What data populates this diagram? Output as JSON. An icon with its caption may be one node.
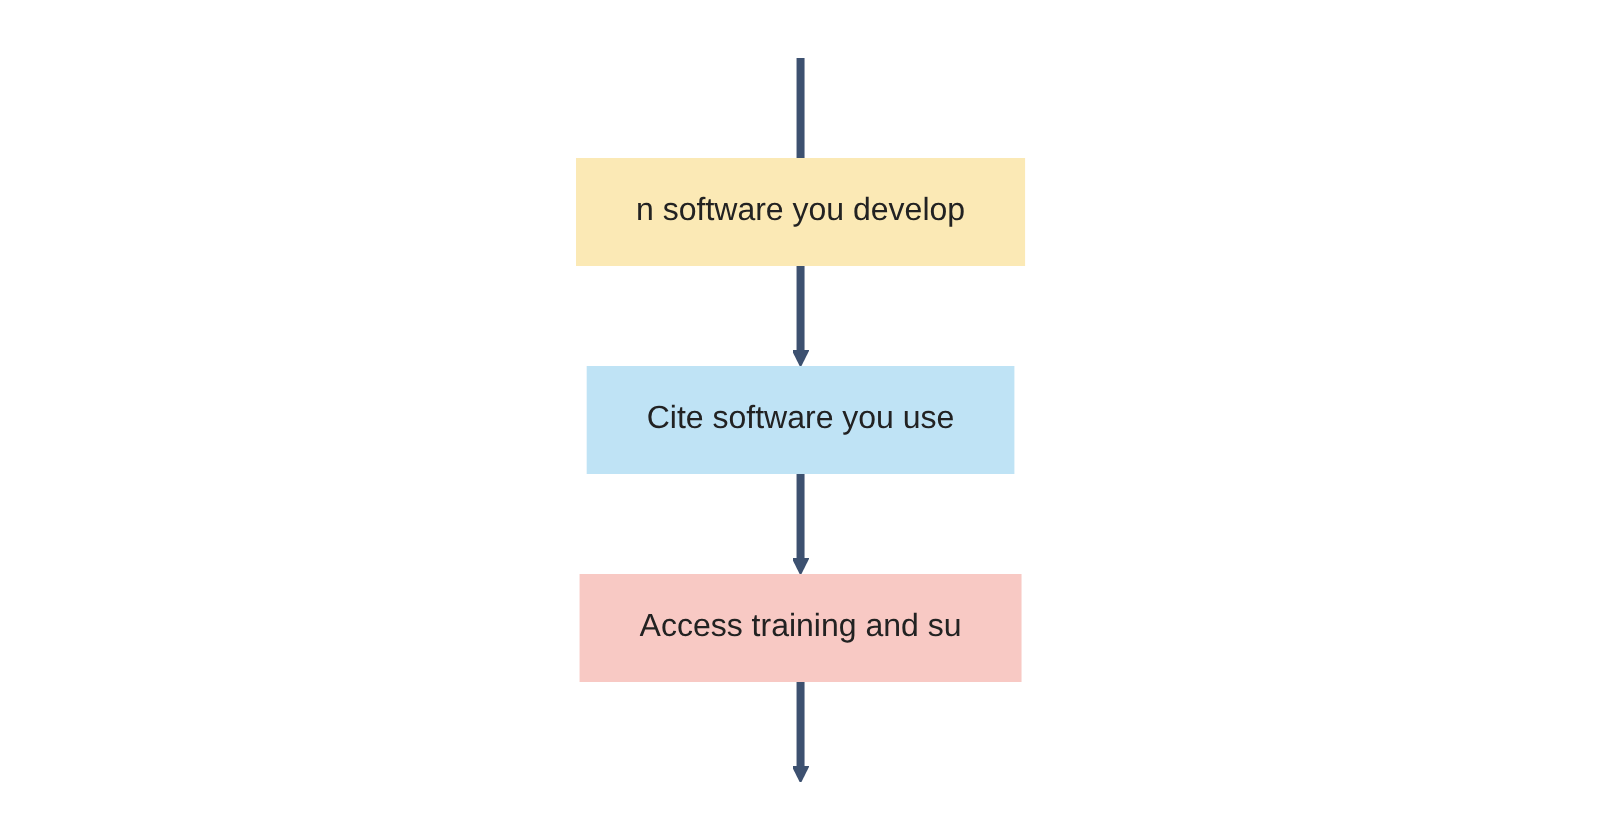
{
  "diagram": {
    "nodes": [
      {
        "text": [
          "Cite software you use"
        ]
      },
      {
        "text": [
          "Access training and su"
        ]
      },
      {
        "text": [
          "n software you develop"
        ]
      }
    ],
    "edges": [
      {
        "from": 0,
        "to": 1,
        "arrow": "to"
      },
      {
        "from": 1,
        "to": null,
        "arrow": "to"
      },
      {
        "from": null,
        "to": 2,
        "arrow": "none"
      },
      {
        "from": 2,
        "to": 0,
        "arrow": "to"
      }
    ]
  }
}
